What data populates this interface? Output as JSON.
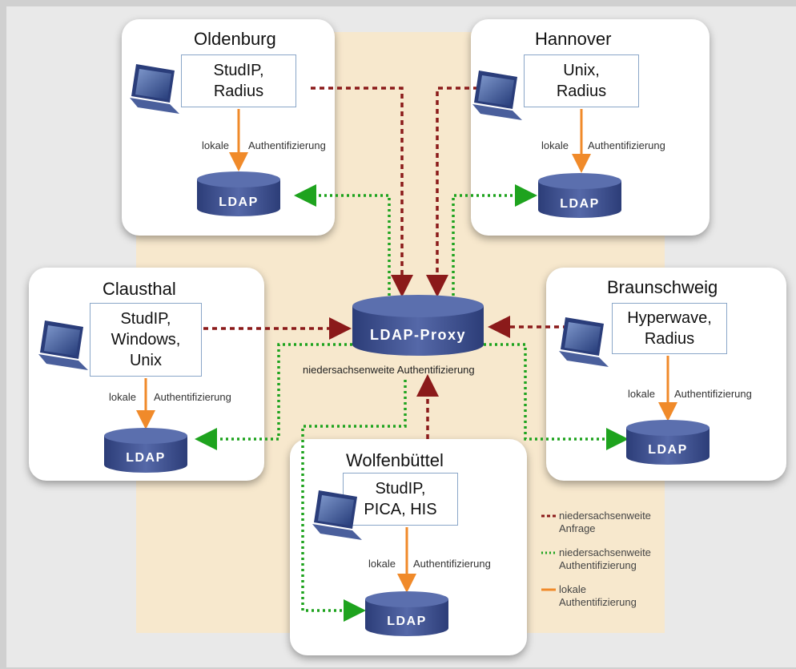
{
  "sites": [
    {
      "key": "oldenburg",
      "name": "Oldenburg",
      "systems": "StudIP,\nRadius",
      "label_left": "lokale",
      "label_right": "Authentifizierung",
      "db": "LDAP"
    },
    {
      "key": "hannover",
      "name": "Hannover",
      "systems": "Unix,\nRadius",
      "label_left": "lokale",
      "label_right": "Authentifizierung",
      "db": "LDAP"
    },
    {
      "key": "clausthal",
      "name": "Clausthal",
      "systems": "StudIP,\nWindows,\nUnix",
      "label_left": "lokale",
      "label_right": "Authentifizierung",
      "db": "LDAP"
    },
    {
      "key": "braunschweig",
      "name": "Braunschweig",
      "systems": "Hyperwave,\nRadius",
      "label_left": "lokale",
      "label_right": "Authentifizierung",
      "db": "LDAP"
    },
    {
      "key": "wolfenbuettel",
      "name": "Wolfenbüttel",
      "systems": "StudIP,\nPICA, HIS",
      "label_left": "lokale",
      "label_right": "Authentifizierung",
      "db": "LDAP"
    }
  ],
  "proxy": {
    "label": "LDAP-Proxy",
    "caption": "niedersachsenweite Authentifizierung"
  },
  "legend": [
    {
      "text": "niedersachsenweite\nAnfrage",
      "color": "#8b1a1a",
      "style": "dashed"
    },
    {
      "text": "niedersachsenweite\nAuthentifizierung",
      "color": "#1ea31e",
      "style": "dotted"
    },
    {
      "text": "lokale\nAuthentifizierung",
      "color": "#f08a2a",
      "style": "solid"
    }
  ],
  "colors": {
    "request": "#8b1a1a",
    "auth": "#1ea31e",
    "local": "#f08a2a",
    "ldap": "#3b4f8f"
  }
}
